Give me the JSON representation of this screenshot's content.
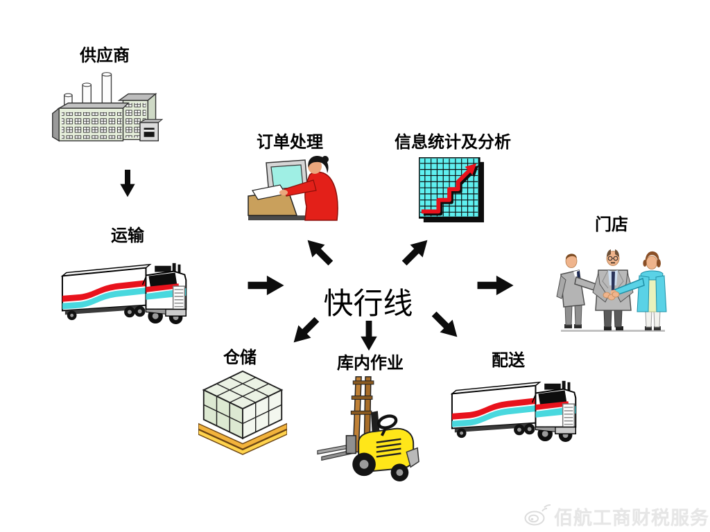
{
  "center": {
    "label": "快行线"
  },
  "nodes": {
    "supplier": {
      "label": "供应商",
      "icon": "factory-icon"
    },
    "transport": {
      "label": "运输",
      "icon": "semi-truck-icon"
    },
    "order_processing": {
      "label": "订单处理",
      "icon": "operator-at-computer-icon"
    },
    "info_analysis": {
      "label": "信息统计及分析",
      "icon": "rising-chart-icon"
    },
    "store": {
      "label": "门店",
      "icon": "handshake-people-icon"
    },
    "warehouse": {
      "label": "仓储",
      "icon": "pallet-boxes-icon"
    },
    "warehouse_ops": {
      "label": "库内作业",
      "icon": "forklift-icon"
    },
    "delivery": {
      "label": "配送",
      "icon": "semi-truck-icon"
    }
  },
  "edges": [
    {
      "from": "supplier",
      "to": "transport"
    },
    {
      "from": "transport",
      "to": "center"
    },
    {
      "from": "center",
      "to": "order_processing"
    },
    {
      "from": "center",
      "to": "info_analysis"
    },
    {
      "from": "center",
      "to": "store"
    },
    {
      "from": "center",
      "to": "warehouse"
    },
    {
      "from": "center",
      "to": "warehouse_ops"
    },
    {
      "from": "center",
      "to": "delivery"
    }
  ],
  "watermark": {
    "text": "佰航工商财税服务",
    "logo": "weibo-eye-logo-icon"
  },
  "colors": {
    "background": "#ffffff",
    "label_text": "#000000",
    "arrow": "#0c0c0c",
    "truck_red": "#e8121c",
    "truck_cyan": "#49d8de",
    "chart_background": "#5ff0f0",
    "chart_line_red": "#e8121c",
    "operator_jacket_red": "#e32019",
    "screen_cyan": "#9fefe4",
    "box_green": "#ebf2e4",
    "pallet_orange": "#f2b33c",
    "pallet_yellow": "#ffd34d",
    "forklift_yellow": "#ffe619",
    "suit_gray": "#b9b9b9",
    "woman_jacket_cyan": "#5ad2e6",
    "watermark_gray": "#e6e6e6"
  }
}
